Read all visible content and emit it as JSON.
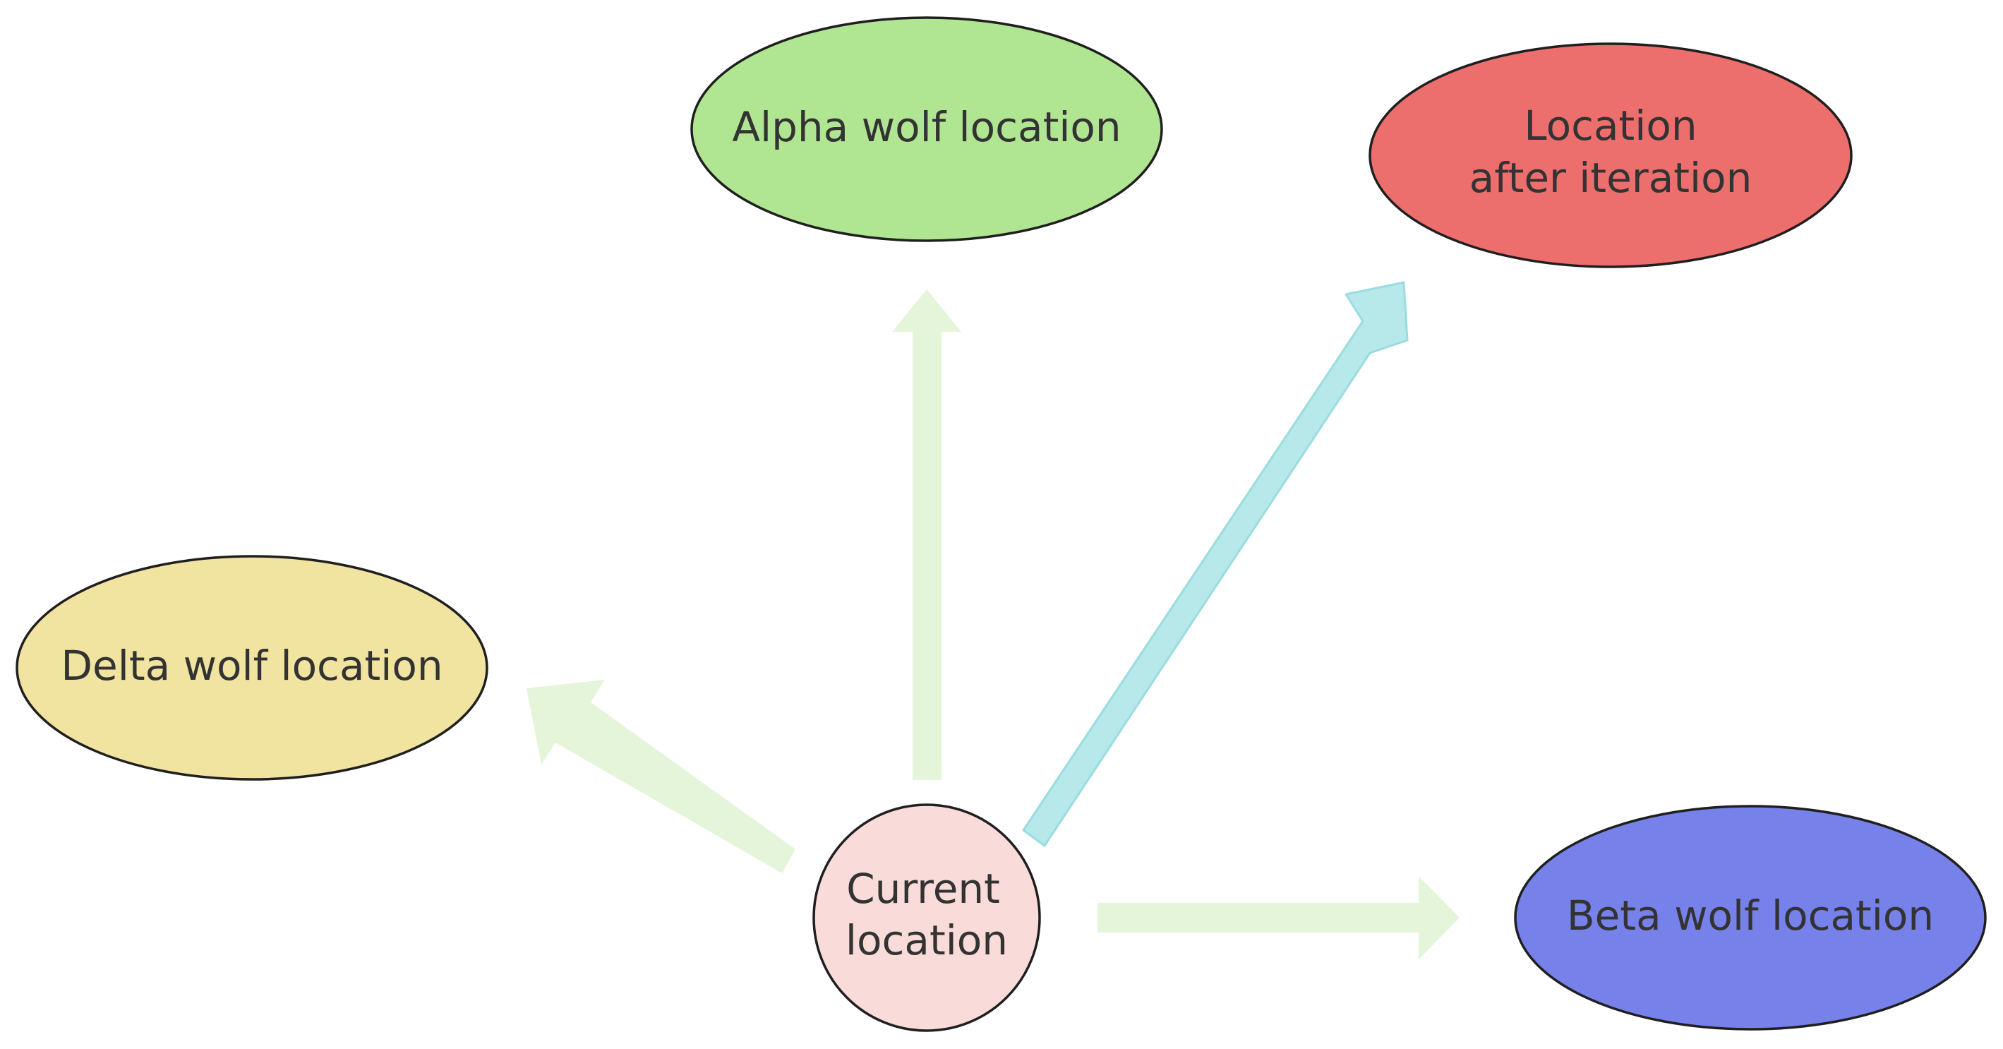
{
  "colors": {
    "alpha": "#b0e592",
    "iteration": "#ec6f6d",
    "delta": "#f1e3a0",
    "current": "#f9dbd9",
    "beta": "#7781ea",
    "guide_arrow": "#e4f5da",
    "result_arrow": "#b7e9ea",
    "result_arrow_stroke": "#9adcdf",
    "outline": "#1f1f1f",
    "text": "#333333"
  },
  "nodes": {
    "alpha": {
      "label": "Alpha wolf location"
    },
    "iteration": {
      "line1": "Location",
      "line2": "after iteration"
    },
    "delta": {
      "label": "Delta wolf location"
    },
    "current": {
      "line1": "Current",
      "line2": "location"
    },
    "beta": {
      "label": "Beta wolf location"
    }
  }
}
